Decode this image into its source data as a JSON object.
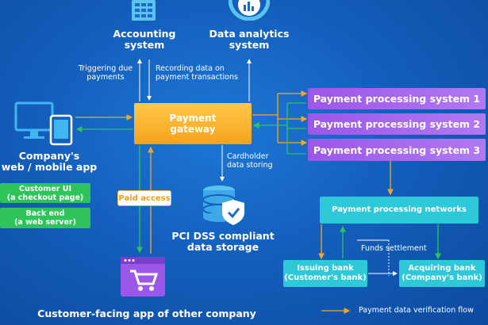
{
  "nodes": {
    "accounting": "Accounting\nsystem",
    "analytics": "Data analytics\nsystem",
    "gateway": "Payment\ngateway",
    "company_app": "Company's\nweb / mobile app",
    "customer_ui": "Customer UI\n(a checkout page)",
    "back_end": "Back end\n(a web server)",
    "paid_access": "Paid access",
    "storage": "PCI DSS compliant\ndata storage",
    "pps1": "Payment processing system 1",
    "pps2": "Payment processing system 2",
    "pps3": "Payment processing system 3",
    "networks": "Payment processing networks",
    "issuing": "Issuing bank\n(Customer's bank)",
    "acquiring": "Acquiring bank\n(Company's bank)",
    "other_app": "Customer-facing app of other company"
  },
  "edge_labels": {
    "triggering": "Triggering due\npayments",
    "recording": "Recording data on\npayment transactions",
    "cardholder": "Cardholder\ndata storing",
    "funds": "Funds settlement"
  },
  "legend": {
    "verification": "Payment data verification flow"
  },
  "colors": {
    "orange_flow": "#f5a623",
    "green_flow": "#2ec45a",
    "white_flow": "#ffffff",
    "gateway": "#f6a21c",
    "pps": "#a566ee",
    "teal": "#2dc9d8",
    "green_box": "#2ec45a"
  }
}
